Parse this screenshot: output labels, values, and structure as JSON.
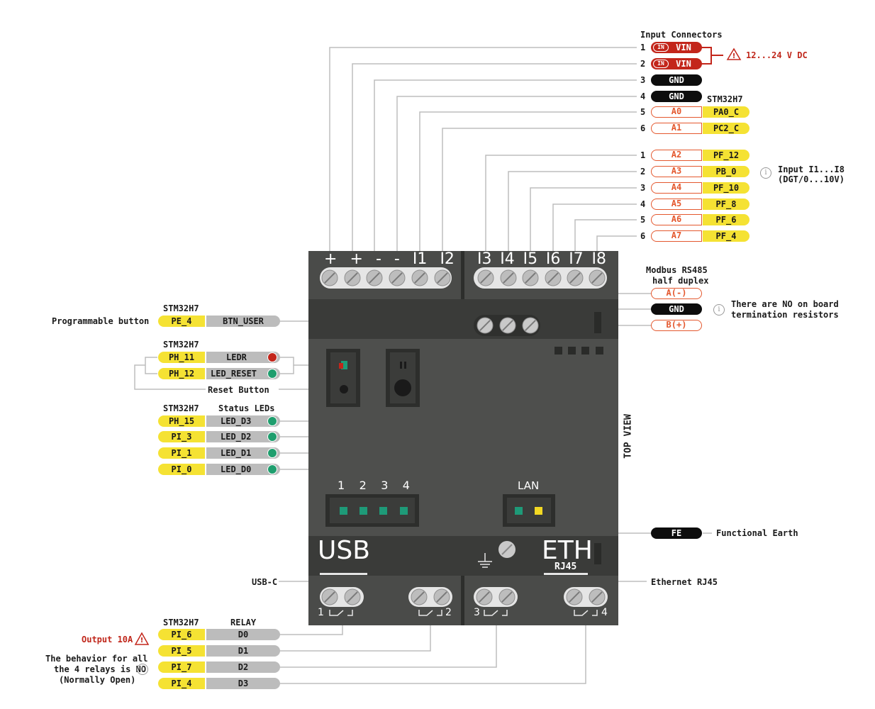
{
  "input": {
    "title": "Input Connectors",
    "vin_label": "VIN",
    "in_badge": "IN",
    "gnd_label": "GND",
    "voltage": "12...24 V DC",
    "mcu_label": "STM32H7",
    "rows_a": [
      {
        "num": "1"
      },
      {
        "num": "2"
      },
      {
        "num": "3"
      },
      {
        "num": "4"
      },
      {
        "num": "5",
        "analog": "A0",
        "pin": "PA0_C"
      },
      {
        "num": "6",
        "analog": "A1",
        "pin": "PC2_C"
      }
    ],
    "rows_b": [
      {
        "num": "1",
        "analog": "A2",
        "pin": "PF_12"
      },
      {
        "num": "2",
        "analog": "A3",
        "pin": "PB_0"
      },
      {
        "num": "3",
        "analog": "A4",
        "pin": "PF_10"
      },
      {
        "num": "4",
        "analog": "A5",
        "pin": "PF_8"
      },
      {
        "num": "5",
        "analog": "A6",
        "pin": "PF_6"
      },
      {
        "num": "6",
        "analog": "A7",
        "pin": "PF_4"
      }
    ],
    "note_line1": "Input I1...I8",
    "note_line2": "(DGT/0...10V)"
  },
  "terminals_top": [
    "+",
    "+",
    "-",
    "-",
    "I1",
    "I2"
  ],
  "terminals_top2": [
    "I3",
    "I4",
    "I5",
    "I6",
    "I7",
    "I8"
  ],
  "modbus": {
    "title1": "Modbus RS485",
    "title2": "half duplex",
    "a": "A(-)",
    "gnd": "GND",
    "b": "B(+)",
    "note1": "There are NO on board",
    "note2": "termination resistors"
  },
  "button": {
    "mcu": "STM32H7",
    "desc": "Programmable button",
    "pin": "PE_4",
    "signal": "BTN_USER"
  },
  "reset": {
    "mcu": "STM32H7",
    "rows": [
      {
        "pin": "PH_11",
        "signal": "LEDR"
      },
      {
        "pin": "PH_12",
        "signal": "LED_RESET"
      }
    ],
    "desc": "Reset Button"
  },
  "status": {
    "mcu": "STM32H7",
    "title": "Status LEDs",
    "rows": [
      {
        "pin": "PH_15",
        "signal": "LED_D3"
      },
      {
        "pin": "PI_3",
        "signal": "LED_D2"
      },
      {
        "pin": "PI_1",
        "signal": "LED_D1"
      },
      {
        "pin": "PI_0",
        "signal": "LED_D0"
      }
    ]
  },
  "device": {
    "led_numbers": [
      "1",
      "2",
      "3",
      "4"
    ],
    "lan": "LAN",
    "usb": "USB",
    "eth": "ETH",
    "rj45": "RJ45",
    "top_view": "TOP VIEW",
    "relay_nums": [
      "1",
      "2",
      "3",
      "4"
    ]
  },
  "fe": {
    "pill": "FE",
    "desc": "Functional Earth"
  },
  "usbc": "USB-C",
  "ethernet": "Ethernet RJ45",
  "relay": {
    "mcu": "STM32H7",
    "title": "RELAY",
    "output": "Output 10A",
    "rows": [
      {
        "pin": "PI_6",
        "signal": "D0"
      },
      {
        "pin": "PI_5",
        "signal": "D1"
      },
      {
        "pin": "PI_7",
        "signal": "D2"
      },
      {
        "pin": "PI_4",
        "signal": "D3"
      }
    ],
    "note1": "The behavior for all",
    "note2": "the 4 relays is NO",
    "note3": "(Normally Open)"
  },
  "colors": {
    "yellow": "#f5e233",
    "grey": "#bcbcbc",
    "orange": "#e4582e",
    "red": "#c3261b",
    "green": "#1f9e6e",
    "led_green": "#1e9a78",
    "led_yellow": "#f2d823",
    "body": "#4a4b49"
  },
  "icons": {
    "warning": "warning-triangle-icon",
    "info": "info-circle-icon",
    "led": "led-icon",
    "ground": "ground-icon"
  }
}
